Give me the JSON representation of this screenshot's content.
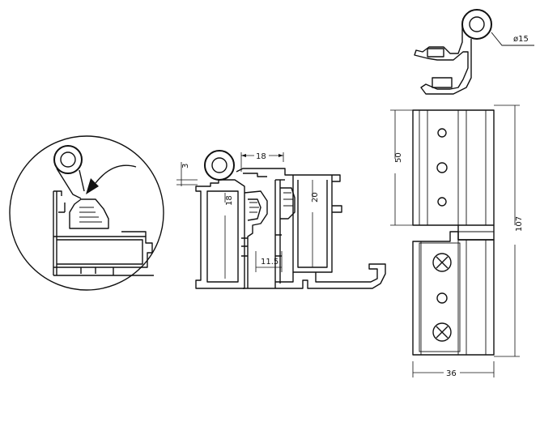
{
  "dimensions": {
    "diameter": "ø15",
    "height_upper": "50",
    "height_total": "107",
    "width_bottom": "36",
    "section_width": "18",
    "wall_thickness": "3",
    "left_chamber": "18",
    "right_chamber": "20",
    "gap": "11.5"
  }
}
